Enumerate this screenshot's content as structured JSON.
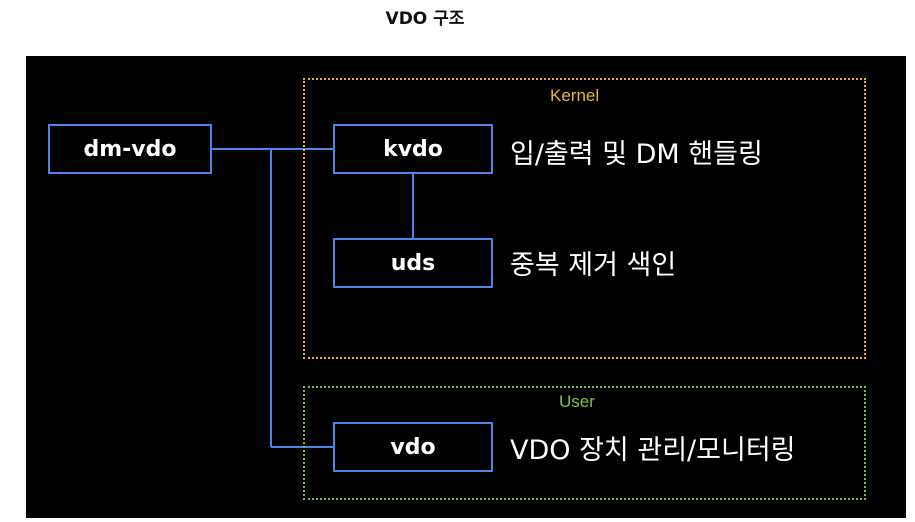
{
  "title": "VDO 구조",
  "regions": {
    "kernel": {
      "label": "Kernel",
      "color": "#f0b429"
    },
    "user": {
      "label": "User",
      "color": "#7cc242"
    }
  },
  "nodes": {
    "dm_vdo": {
      "label": "dm-vdo"
    },
    "kvdo": {
      "label": "kvdo",
      "description": "입/출력 및 DM 핸들링"
    },
    "uds": {
      "label": "uds",
      "description": "중복 제거 색인"
    },
    "vdo": {
      "label": "vdo",
      "description": "VDO 장치 관리/모니터링"
    }
  },
  "colors": {
    "background": "#000000",
    "node_border": "#4a86e8",
    "connector": "#4a86e8"
  }
}
